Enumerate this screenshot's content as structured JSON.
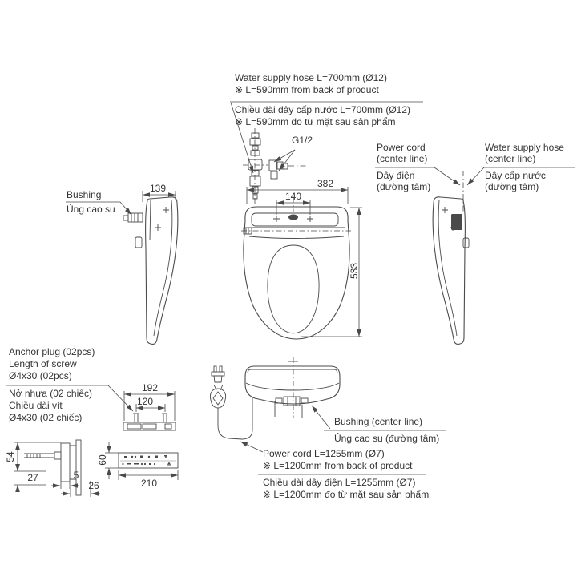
{
  "page": {
    "background": "#ffffff",
    "line_color": "#4a4a4a",
    "text_color": "#333333"
  },
  "labels": {
    "water_supply_top": {
      "en_line1": "Water supply hose L=700mm (Ø12)",
      "en_line2": "※ L=590mm from back of product",
      "vi_line1": "Chiều dài dây cấp nước L=700mm (Ø12)",
      "vi_line2": "※ L=590mm đo từ mặt sau sản phẩm"
    },
    "thread_size": "G1/2",
    "power_cord_centerline": {
      "en_line1": "Power cord",
      "en_line2": "(center line)",
      "vi_line1": "Dây điện",
      "vi_line2": "(đường tâm)"
    },
    "water_hose_centerline": {
      "en_line1": "Water supply hose",
      "en_line2": "(center line)",
      "vi_line1": "Dây cấp nước",
      "vi_line2": "(đường tâm)"
    },
    "bushing_side": {
      "en": "Bushing",
      "vi": "Ủng cao su"
    },
    "anchor_plug": {
      "en_line1": "Anchor plug (02pcs)",
      "en_line2": "Length of screw",
      "en_line3": "Ø4x30 (02pcs)",
      "vi_line1": "Nở nhựa (02 chiếc)",
      "vi_line2": "Chiều dài vít",
      "vi_line3": "Ø4x30 (02 chiếc)"
    },
    "bushing_centerline": {
      "en": "Bushing (center line)",
      "vi": "Ủng cao su (đường tâm)"
    },
    "power_cord_bottom": {
      "en_line1": "Power cord L=1255mm (Ø7)",
      "en_line2": "※ L=1200mm from back of product",
      "vi_line1": "Chiều dài dây điện L=1255mm (Ø7)",
      "vi_line2": "※ L=1200mm đo từ mặt sau sản phẩm"
    }
  },
  "dimensions_mm": {
    "side_view_depth": "139",
    "seat_overall_width": "382",
    "mounting_hole_pitch": "140",
    "seat_overall_length": "533",
    "base_plate_width": "192",
    "base_plate_hole_pitch": "120",
    "bracket_height": "54",
    "bracket_offset": "27",
    "bracket_plate_thickness": "5",
    "bracket_depth": "26",
    "remote_height": "60",
    "remote_width": "210"
  }
}
